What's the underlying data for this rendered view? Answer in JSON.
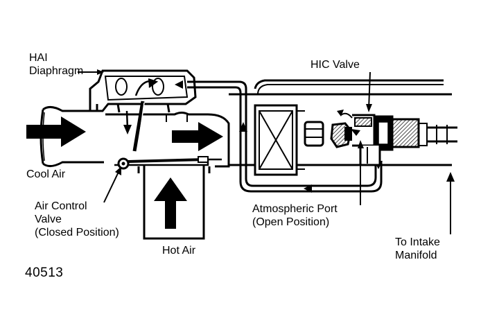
{
  "colors": {
    "ink": "#000000",
    "paper": "#ffffff"
  },
  "labels": {
    "hai_diaphragm": [
      "HAI",
      "Diaphragm"
    ],
    "hic_valve": "HIC Valve",
    "cool_air": "Cool Air",
    "air_control_valve": [
      "Air Control",
      "Valve",
      "(Closed Position)"
    ],
    "hot_air": "Hot Air",
    "atmospheric_port": [
      "Atmospheric Port",
      "(Open Position)"
    ],
    "to_intake_manifold": [
      "To Intake",
      "Manifold"
    ],
    "figure_code": "40513"
  }
}
